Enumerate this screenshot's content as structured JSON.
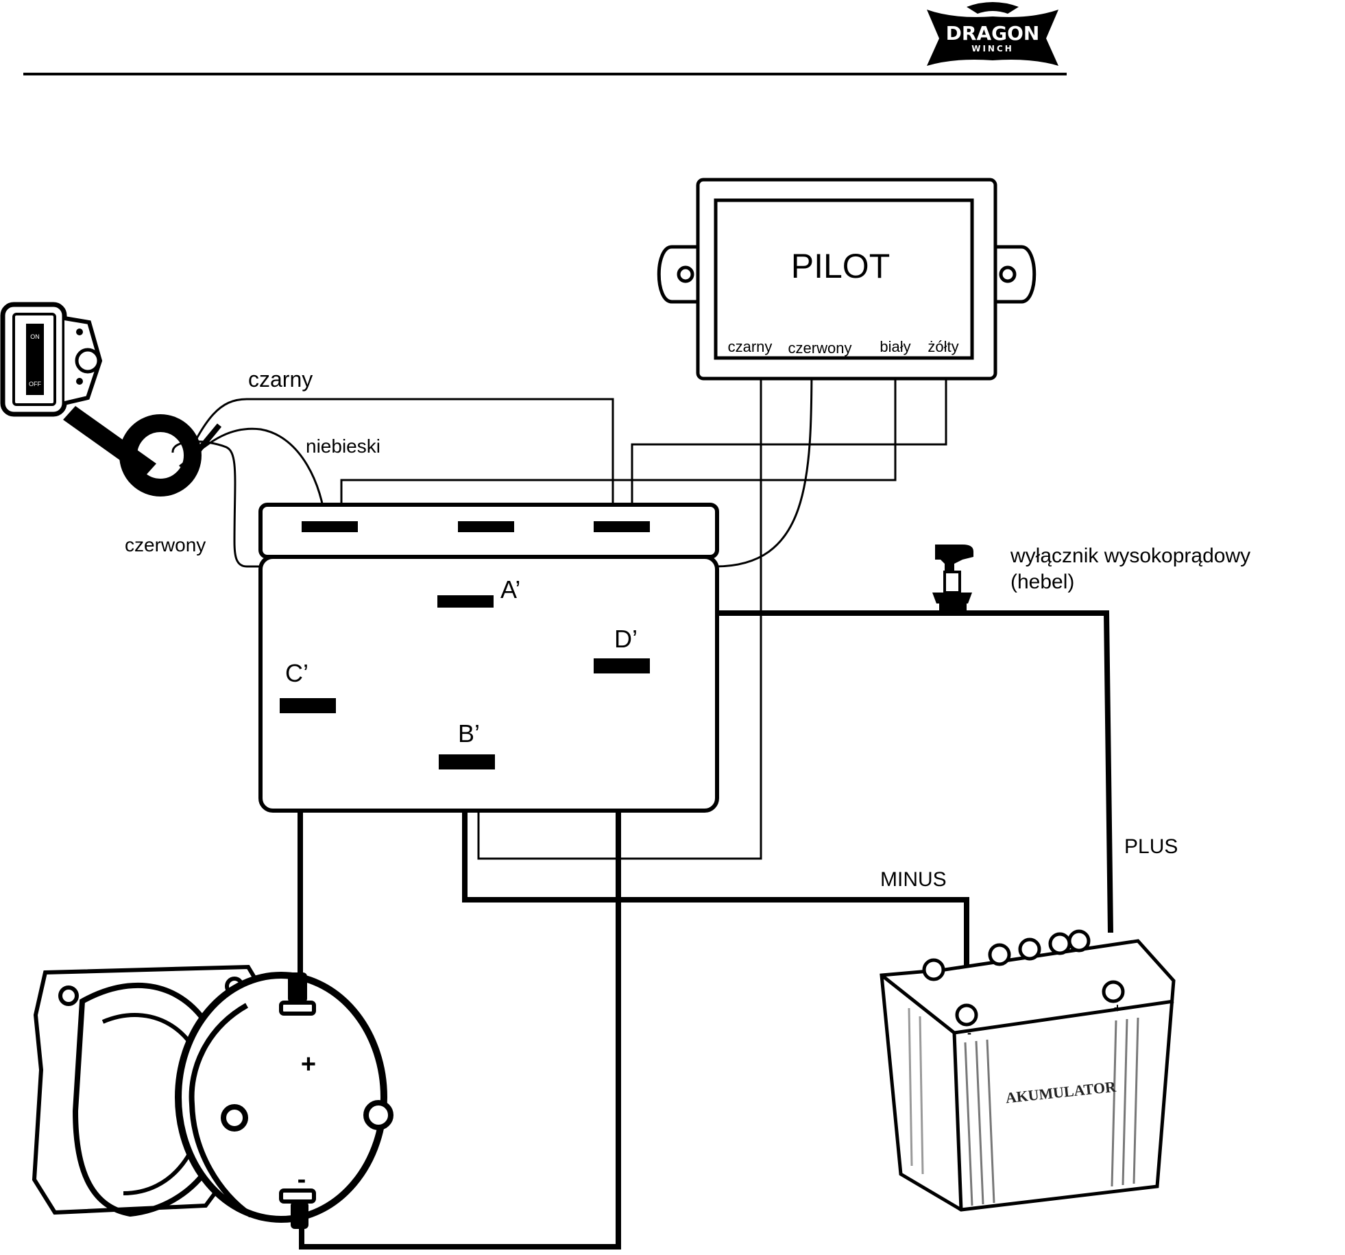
{
  "logo": {
    "brand": "DRAGON",
    "sub": "WINCH"
  },
  "pilot": {
    "title": "PILOT",
    "wires": [
      "czarny",
      "czerwony",
      "biały",
      "żółty"
    ]
  },
  "rocker_switch": {
    "on_label": "ON",
    "off_label": "OFF"
  },
  "labels": {
    "czarny": "czarny",
    "niebieski": "niebieski",
    "czerwony": "czerwony",
    "a": "A’",
    "b": "B’",
    "c": "C’",
    "d": "D’",
    "high_current_switch_line1": "wyłącznik wysokoprądowy",
    "high_current_switch_line2": "(hebel)",
    "plus": "PLUS",
    "minus": "MINUS",
    "motor_plus": "+",
    "motor_minus": "-",
    "battery": "AKUMULATOR",
    "battery_plus": "+",
    "battery_minus": "-"
  }
}
